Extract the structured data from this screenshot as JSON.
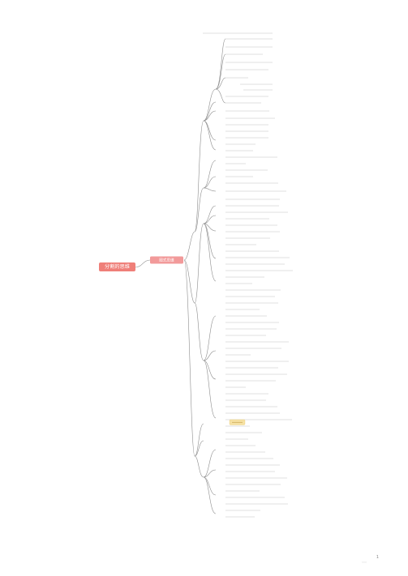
{
  "root": {
    "label": "分割的思维"
  },
  "secondary": {
    "label": "图式思维"
  },
  "page": {
    "number": "1"
  },
  "colors": {
    "root_fill": "#ef7f79",
    "secondary_fill": "#f29a9a",
    "highlight_fill": "#f6e1a3",
    "line": "#8c8c8c",
    "link": "#6f6f6f",
    "text": "#555555",
    "background": "#ffffff"
  }
}
